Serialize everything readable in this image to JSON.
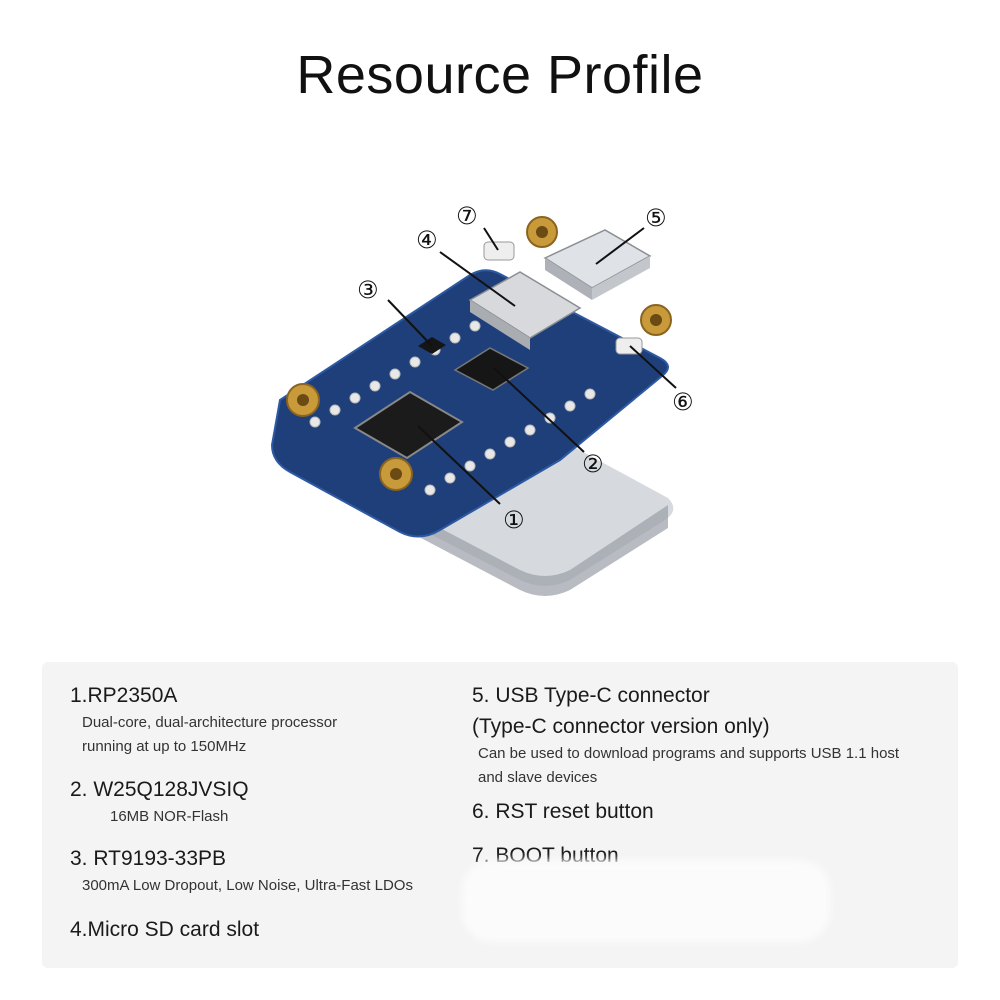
{
  "title": "Resource Profile",
  "callouts": [
    "①",
    "②",
    "③",
    "④",
    "⑤",
    "⑥",
    "⑦"
  ],
  "colors": {
    "pcb_blue": "#1f3f7a",
    "brass": "#c89a3a",
    "panel_bg": "#f4f4f4"
  },
  "features": {
    "left": [
      {
        "name": "1.RP2350A",
        "desc": [
          "Dual-core, dual-architecture processor",
          "running at up to 150MHz"
        ]
      },
      {
        "name": "2. W25Q128JVSIQ",
        "desc": [
          "16MB NOR-Flash"
        ]
      },
      {
        "name": "3. RT9193-33PB",
        "desc": [
          "300mA Low Dropout, Low Noise, Ultra-Fast LDOs"
        ]
      },
      {
        "name": "4.Micro SD card slot",
        "desc": []
      }
    ],
    "right": [
      {
        "name": [
          "5. USB Type-C connector",
          "(Type-C connector version only)"
        ],
        "desc": [
          "Can be used to download programs and supports USB 1.1 host",
          "and slave devices"
        ]
      },
      {
        "name": "6. RST reset button",
        "desc": []
      },
      {
        "name": "7. BOOT button",
        "desc": []
      }
    ]
  }
}
